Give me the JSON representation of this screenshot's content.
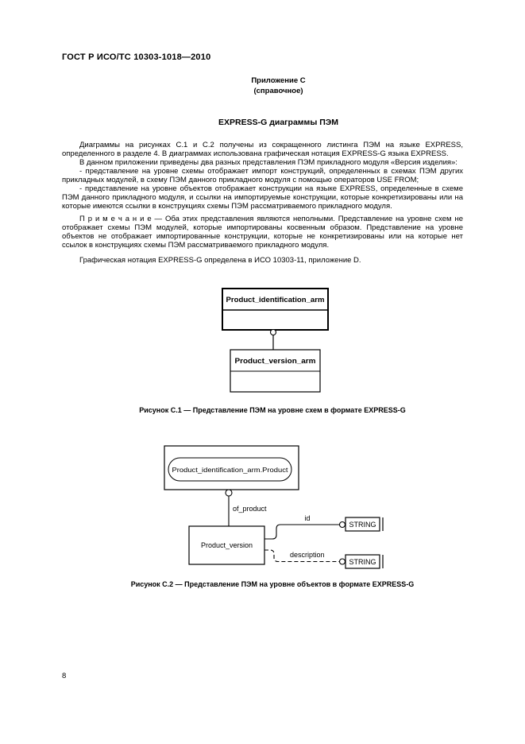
{
  "page": {
    "header": "ГОСТ Р ИСО/ТС 10303-1018—2010",
    "appendix_title": "Приложение С",
    "appendix_subtitle": "(справочное)",
    "section_title": "EXPRESS-G диаграммы ПЭМ",
    "page_number": "8"
  },
  "body": {
    "p1": "Диаграммы на рисунках С.1 и С.2 получены из сокращенного листинга ПЭМ на языке EXPRESS, определенного в разделе 4. В диаграммах использована графическая нотация EXPRESS-G языка EXPRESS.",
    "p2": "В данном приложении приведены два разных представления ПЭМ прикладного модуля «Версия изделия»:",
    "b1": "- представление на уровне схемы отображает импорт конструкций, определенных в схемах ПЭМ других прикладных модулей, в схему ПЭМ данного прикладного модуля с помощью операторов USE FROM;",
    "b2": "- представление на уровне объектов отображает конструкции на языке EXPRESS, определенные в схеме ПЭМ данного прикладного модуля, и ссылки на импортируемые конструкции, которые конкретизированы или на которые имеются ссылки в конструкциях схемы ПЭМ рассматриваемого прикладного модуля.",
    "note": "П р и м е ч а н и е — Оба этих представления являются неполными. Представление на уровне схем не отображает схемы ПЭМ модулей, которые импортированы косвенным образом. Представление на уровне объектов не отображает импортированные конструкции, которые не конкретизированы или на которые нет ссылок в конструкциях схемы ПЭМ рассматриваемого прикладного модуля.",
    "p3": "Графическая нотация EXPRESS-G определена в ИСО 10303-11, приложение D."
  },
  "figure_c1": {
    "caption": "Рисунок С.1 — Представление ПЭМ на уровне схем в формате EXPRESS-G",
    "schema_box_1": "Product_identification_arm",
    "schema_box_2": "Product_version_arm"
  },
  "figure_c2": {
    "caption": "Рисунок С.2 — Представление ПЭМ на уровне объектов в формате EXPRESS-G",
    "referenced_entity": "Product_identification_arm.Product",
    "entity": "Product_version",
    "attribute_of_product": "of_product",
    "attribute_id": "id",
    "attribute_description": "description",
    "type_string_1": "STRING",
    "type_string_2": "STRING"
  },
  "colors": {
    "ink": "#000000",
    "paper": "#ffffff"
  }
}
